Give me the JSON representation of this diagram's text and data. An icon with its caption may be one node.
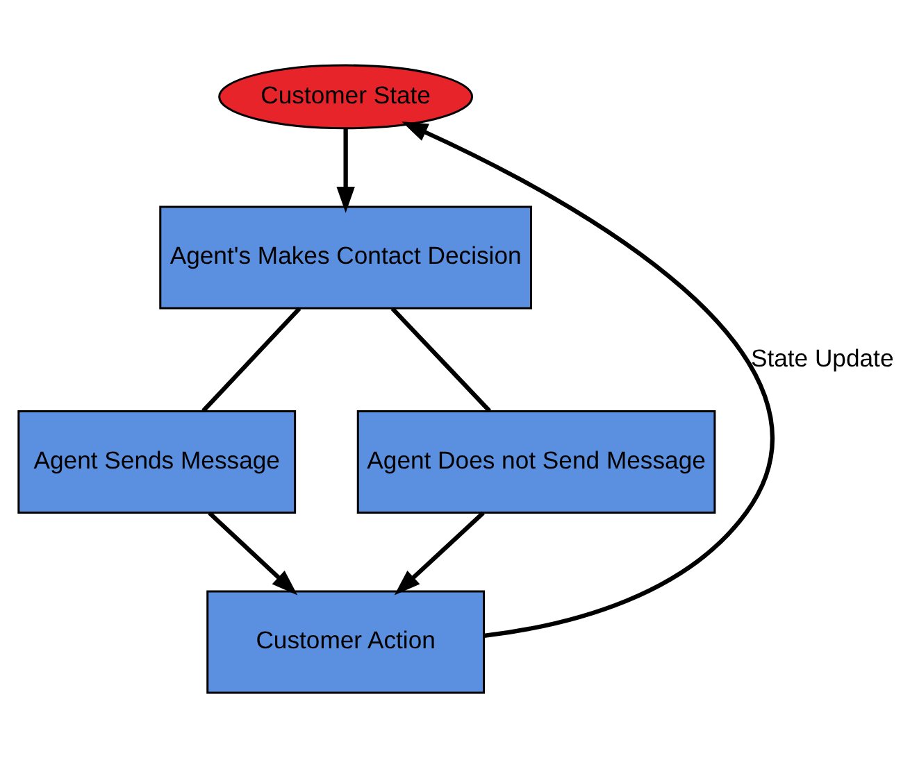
{
  "diagram": {
    "nodes": [
      {
        "text": [
          "Customer State"
        ]
      },
      {
        "text": [
          "Agent's Makes Contact Decision"
        ]
      },
      {
        "text": [
          "Agent Sends Message"
        ]
      },
      {
        "text": [
          "Agent Does not Send Message"
        ]
      },
      {
        "text": [
          "Customer Action"
        ]
      }
    ],
    "edges": [
      {
        "from": 0,
        "to": 1,
        "arrow": "to"
      },
      {
        "from": 1,
        "to": 2,
        "arrow": "none"
      },
      {
        "from": 1,
        "to": 3,
        "arrow": "none"
      },
      {
        "from": 2,
        "to": 4,
        "arrow": "to"
      },
      {
        "from": 3,
        "to": 4,
        "arrow": "to"
      },
      {
        "from": 4,
        "to": 0,
        "arrow": "to",
        "label": "State Update"
      }
    ]
  }
}
